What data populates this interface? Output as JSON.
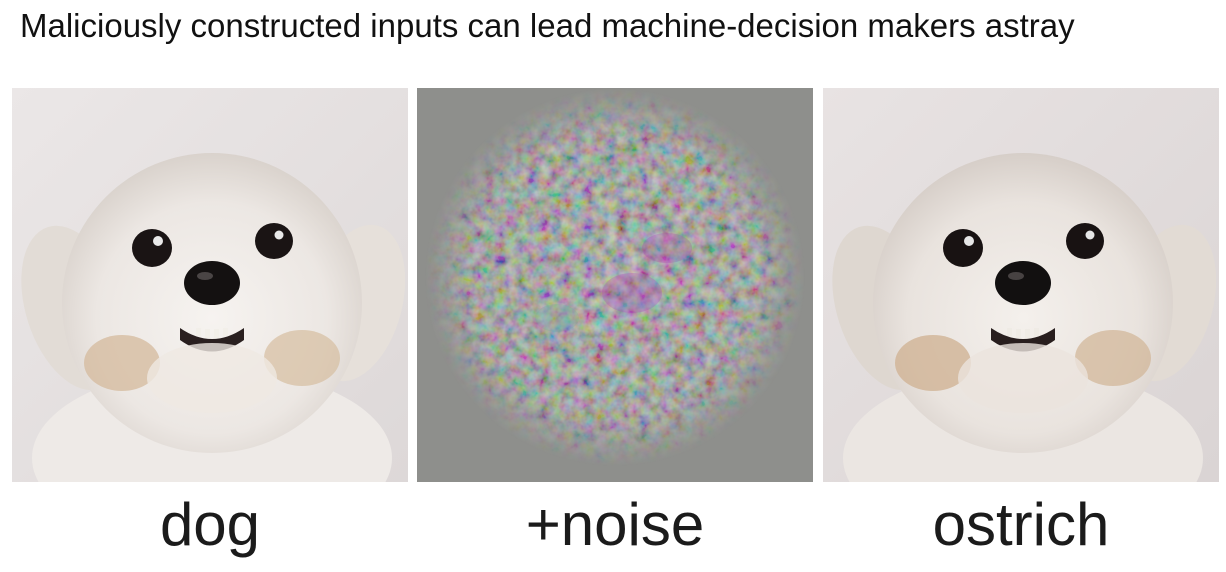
{
  "headline": "Maliciously constructed inputs can lead machine-decision makers astray",
  "panels": [
    {
      "id": "original",
      "caption": "dog"
    },
    {
      "id": "perturbation",
      "caption": "+noise"
    },
    {
      "id": "adversarial",
      "caption": "ostrich"
    }
  ],
  "colors": {
    "background": "#ffffff",
    "text": "#111111",
    "noise_base": "#8e8f8c",
    "fur": "#eeeae6",
    "photo_backdrop": "#e7e3e3"
  }
}
